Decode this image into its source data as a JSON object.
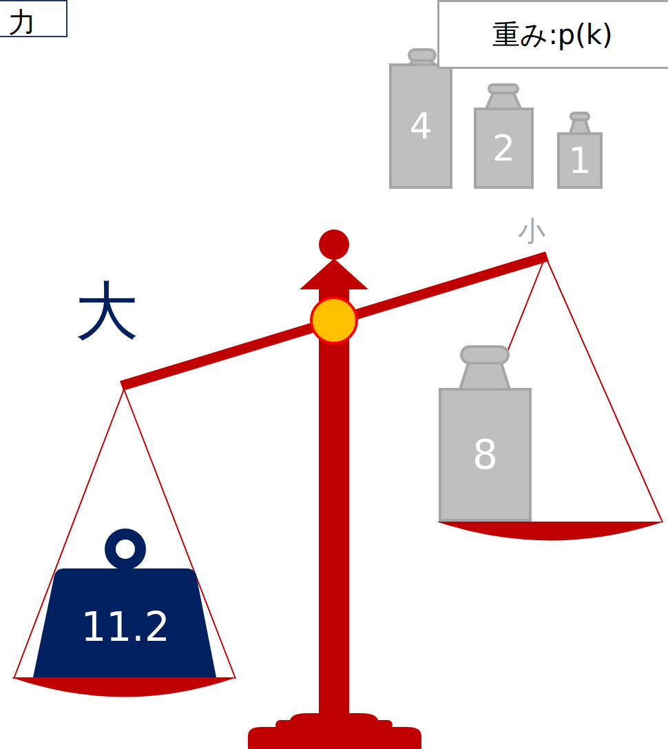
{
  "diagram": {
    "nodes": [
      {
        "text": [
          "力"
        ]
      },
      {
        "text": [
          "重み:p(k)"
        ]
      },
      {
        "text": [
          "4"
        ]
      },
      {
        "text": [
          "2"
        ]
      },
      {
        "text": [
          "1"
        ]
      },
      {
        "text": [
          "8"
        ]
      },
      {
        "text": [
          "11.2"
        ]
      }
    ],
    "labels": [
      "大",
      "小"
    ]
  }
}
